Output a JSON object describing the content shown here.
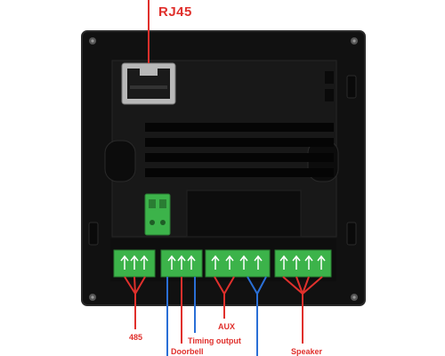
{
  "labels": {
    "rj45": "RJ45",
    "port_485": "485",
    "doorbell": "Doorbell",
    "timing_output": "Timing output",
    "aux": "AUX",
    "speaker": "Speaker"
  },
  "colors": {
    "panel": "#111111",
    "panel_edge": "#2a2a2a",
    "terminal_green": "#3cb34a",
    "terminal_dark": "#2a7d33",
    "leader_red": "#e0302c",
    "leader_blue": "#2a6fd6",
    "label_red": "#e0302c",
    "rj45_metal": "#b8b8b8"
  },
  "terminal_blocks": [
    {
      "name": "terminal-block-485",
      "pins": 3
    },
    {
      "name": "terminal-block-doorbell",
      "pins": 3
    },
    {
      "name": "terminal-block-aux",
      "pins": 4
    },
    {
      "name": "terminal-block-speaker",
      "pins": 4
    }
  ]
}
